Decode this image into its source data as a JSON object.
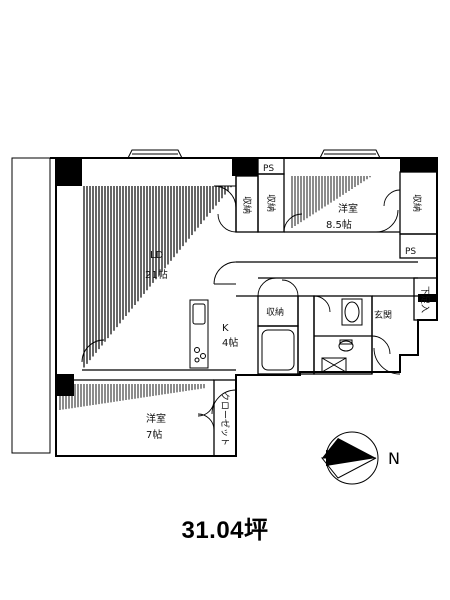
{
  "rooms": {
    "ld_name": "LD",
    "ld_size": "21帖",
    "k_name": "K",
    "k_size": "4帖",
    "bed1_name": "洋室",
    "bed1_size": "8.5帖",
    "bed2_name": "洋室",
    "bed2_size": "7帖",
    "storage_1": "収納",
    "storage_2": "収納",
    "storage_3": "収納",
    "storage_4": "収納",
    "ps_1": "PS",
    "ps_2": "PS",
    "entrance": "玄関",
    "shoebox": "下足入",
    "closet": "クローゼット"
  },
  "compass": {
    "north_label": "N"
  },
  "area_label": "31.04坪",
  "colors": {
    "line": "#000000",
    "hatch": "#000000"
  }
}
